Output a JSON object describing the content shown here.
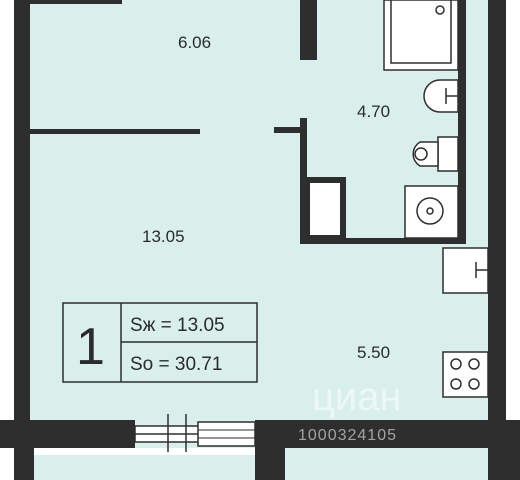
{
  "rooms": {
    "kitchen": "6.06",
    "bathroom": "4.70",
    "living": "13.05",
    "hall": "5.50"
  },
  "legend": {
    "rooms_count": "1",
    "living_area": "Sж = 13.05",
    "total_area": "So = 30.71"
  },
  "watermark": {
    "brand": "циан",
    "id": "1000324105"
  },
  "colors": {
    "floor": "#d9efec",
    "wall": "#2e2e2e",
    "fixture_fill": "#ffffff"
  }
}
